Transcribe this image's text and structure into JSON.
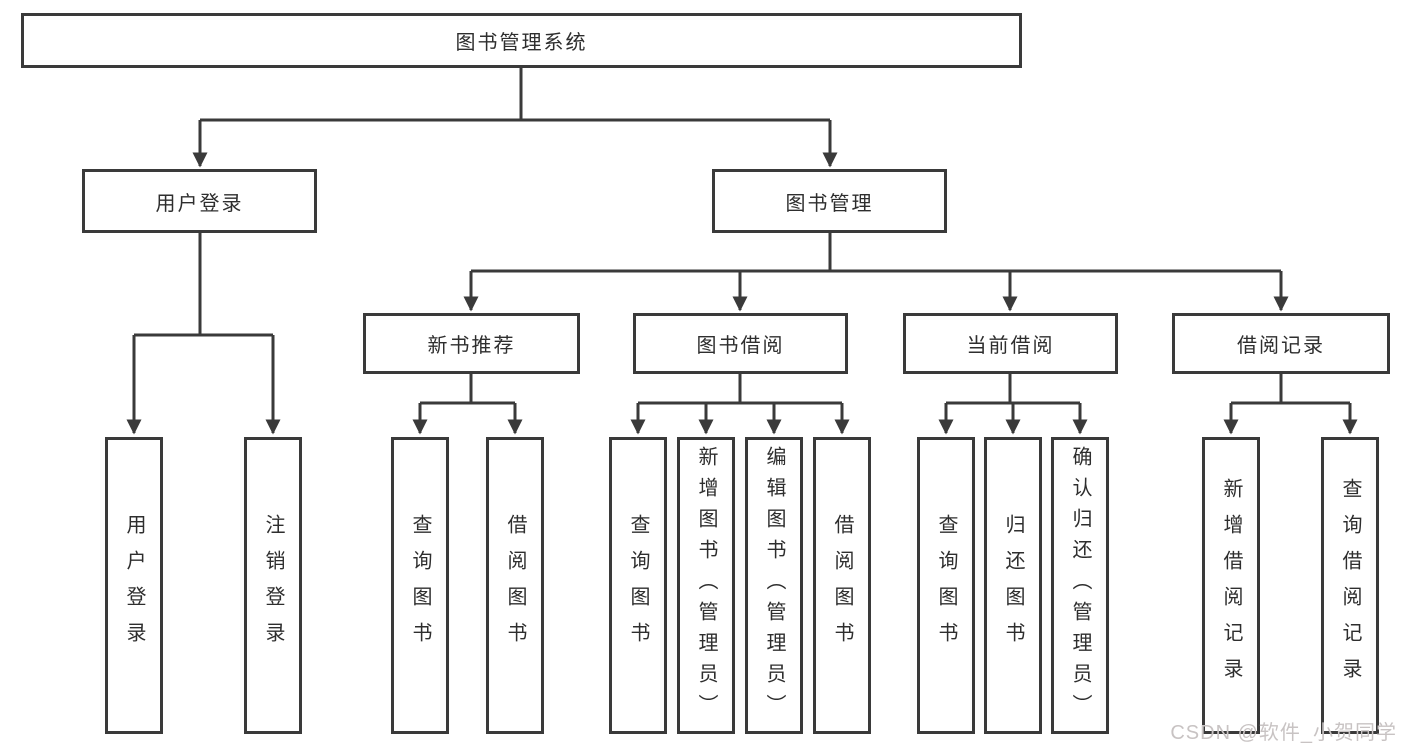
{
  "tree": {
    "root": "图书管理系统",
    "branches": [
      {
        "label": "用户登录",
        "children": [
          "用户登录",
          "注销登录"
        ]
      },
      {
        "label": "图书管理",
        "groups": [
          {
            "label": "新书推荐",
            "children": [
              "查询图书",
              "借阅图书"
            ]
          },
          {
            "label": "图书借阅",
            "children": [
              "查询图书",
              "新增图书（管理员）",
              "编辑图书（管理员）",
              "借阅图书"
            ]
          },
          {
            "label": "当前借阅",
            "children": [
              "查询图书",
              "归还图书",
              "确认归还（管理员）"
            ]
          },
          {
            "label": "借阅记录",
            "children": [
              "新增借阅记录",
              "查询借阅记录"
            ]
          }
        ]
      }
    ]
  },
  "watermark": "CSDN @软件_小贺同学",
  "colors": {
    "line": "#3a3a3a",
    "text": "#2e2e2e",
    "watermark": "#c8c3c3",
    "background": "#ffffff"
  }
}
